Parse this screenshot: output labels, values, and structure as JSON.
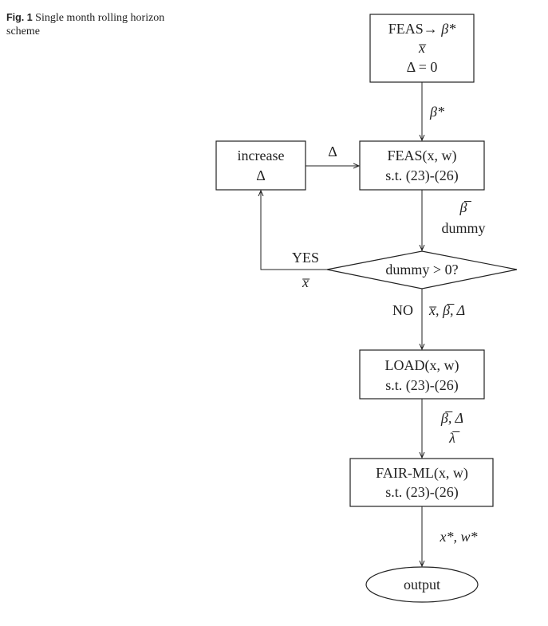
{
  "caption": {
    "fig_label": "Fig. 1",
    "text": "Single month rolling horizon scheme"
  },
  "nodes": {
    "feas_init": {
      "line1": "FEAS→ ",
      "line1_sym": "β*",
      "line2": "x̅",
      "line3": "Δ = 0"
    },
    "feas": {
      "line1": "FEAS(x, w)",
      "line2": "s.t. (23)-(26)"
    },
    "increase": {
      "line1": "increase",
      "line2": "Δ"
    },
    "decision": {
      "label": "dummy > 0?"
    },
    "load": {
      "line1": "LOAD(x, w)",
      "line2": "s.t. (23)-(26)"
    },
    "fair": {
      "line1": "FAIR-ML(x, w)",
      "line2": "s.t. (23)-(26)"
    },
    "output": {
      "label": "output"
    }
  },
  "edges": {
    "init_to_feas": "β*",
    "increase_to_feas": "Δ",
    "feas_to_decision_1": "β̅",
    "feas_to_decision_2": "dummy",
    "yes_label": "YES",
    "yes_value": "x̅",
    "no_label": "NO",
    "no_value": "x̅, β̅, Δ",
    "load_to_fair_1": "β̅, Δ",
    "load_to_fair_2": "λ̅",
    "fair_to_output": "x*, w*"
  }
}
